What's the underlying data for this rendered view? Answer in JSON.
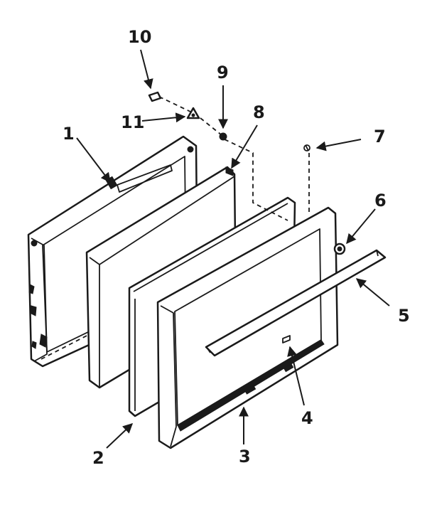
{
  "diagram": {
    "callouts": {
      "c1": "1",
      "c2": "2",
      "c3": "3",
      "c4": "4",
      "c5": "5",
      "c6": "6",
      "c7": "7",
      "c8": "8",
      "c9": "9",
      "c10": "10",
      "c11": "11"
    },
    "colors": {
      "ink": "#1a1a1a",
      "paper": "#ffffff"
    }
  }
}
